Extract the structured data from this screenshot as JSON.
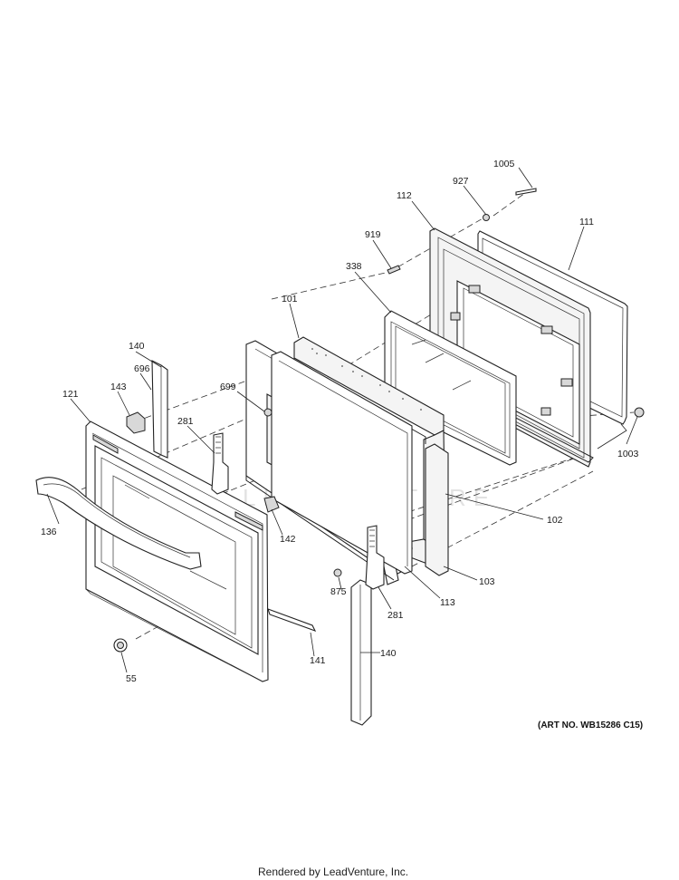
{
  "diagram": {
    "art_number": "(ART NO. WB15286 C15)",
    "footer": "Rendered by LeadVenture, Inc.",
    "watermark": "LEADVENTURE",
    "parts": [
      {
        "id": "1005"
      },
      {
        "id": "927"
      },
      {
        "id": "112"
      },
      {
        "id": "111"
      },
      {
        "id": "919"
      },
      {
        "id": "338"
      },
      {
        "id": "101"
      },
      {
        "id": "140"
      },
      {
        "id": "696"
      },
      {
        "id": "143"
      },
      {
        "id": "121"
      },
      {
        "id": "699"
      },
      {
        "id": "281"
      },
      {
        "id": "1003"
      },
      {
        "id": "102"
      },
      {
        "id": "136"
      },
      {
        "id": "142"
      },
      {
        "id": "103"
      },
      {
        "id": "875"
      },
      {
        "id": "113"
      },
      {
        "id": "281"
      },
      {
        "id": "140"
      },
      {
        "id": "141"
      },
      {
        "id": "55"
      }
    ]
  }
}
